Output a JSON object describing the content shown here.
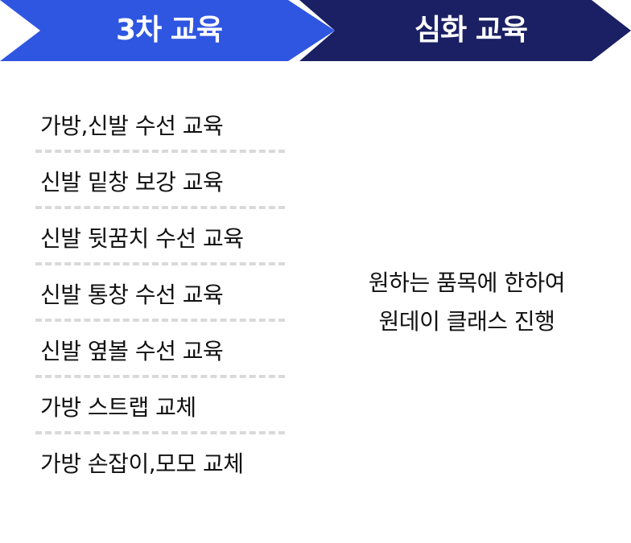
{
  "banner": {
    "stage_label": "3차 교육",
    "advanced_label": "심화 교육",
    "colors": {
      "stage": "#2f56e0",
      "advanced": "#1a2063"
    }
  },
  "courses": [
    "가방,신발 수선 교육",
    "신발 밑창 보강 교육",
    "신발 뒷꿈치 수선 교육",
    "신발 통창 수선 교육",
    "신발 옆볼 수선 교육",
    "가방 스트랩 교체",
    "가방 손잡이,모모 교체"
  ],
  "note": {
    "line1": "원하는 품목에 한하여",
    "line2": "원데이 클래스 진행"
  }
}
